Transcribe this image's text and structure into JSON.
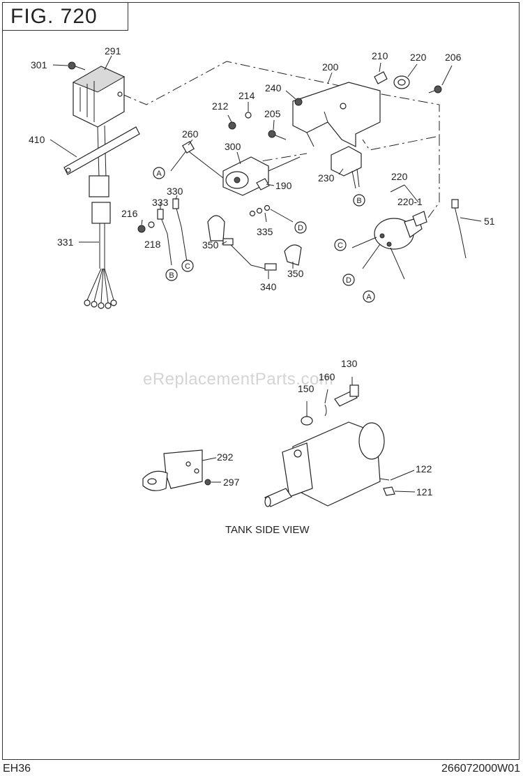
{
  "figure": {
    "title": "FIG. 720"
  },
  "watermark": "eReplacementParts.com",
  "view_caption": "TANK SIDE VIEW",
  "footer": {
    "model": "EH36",
    "code": "266072000W01"
  },
  "callouts": {
    "c301": "301",
    "c291": "291",
    "c410": "410",
    "c331": "331",
    "c216": "216",
    "c218": "218",
    "c333": "333",
    "c330": "330",
    "c260": "260",
    "c212": "212",
    "c214": "214",
    "c300": "300",
    "c205": "205",
    "c240": "240",
    "c200": "200",
    "c210": "210",
    "c220a": "220",
    "c206": "206",
    "c190": "190",
    "c230": "230",
    "c220b": "220",
    "c220_1": "220-1",
    "c51": "51",
    "c335": "335",
    "c350a": "350",
    "c350b": "350",
    "c340": "340",
    "c130": "130",
    "c160": "160",
    "c150": "150",
    "c292": "292",
    "c297": "297",
    "c122": "122",
    "c121": "121"
  },
  "connectors": {
    "a1": "A",
    "b1": "B",
    "c1": "C",
    "b2": "B",
    "d1": "D",
    "c2": "C",
    "d2": "D",
    "a2": "A"
  }
}
